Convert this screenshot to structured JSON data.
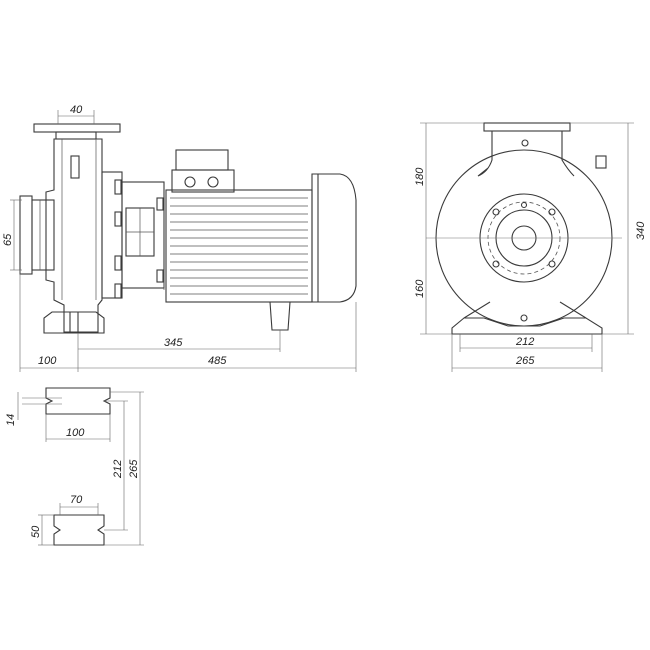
{
  "dimensions": {
    "side_flange_width": "40",
    "side_suction_height": "65",
    "side_offset": "100",
    "side_motor_length": "345",
    "side_total_length": "485",
    "front_upper_height": "180",
    "front_lower_height": "160",
    "front_total_height": "340",
    "front_foot_inner": "212",
    "front_foot_outer": "265",
    "foot_slot_width": "14",
    "foot_length": "100",
    "foot_span_inner": "212",
    "foot_span_outer": "265",
    "foot_pad_length": "70",
    "foot_pad_width": "50"
  }
}
